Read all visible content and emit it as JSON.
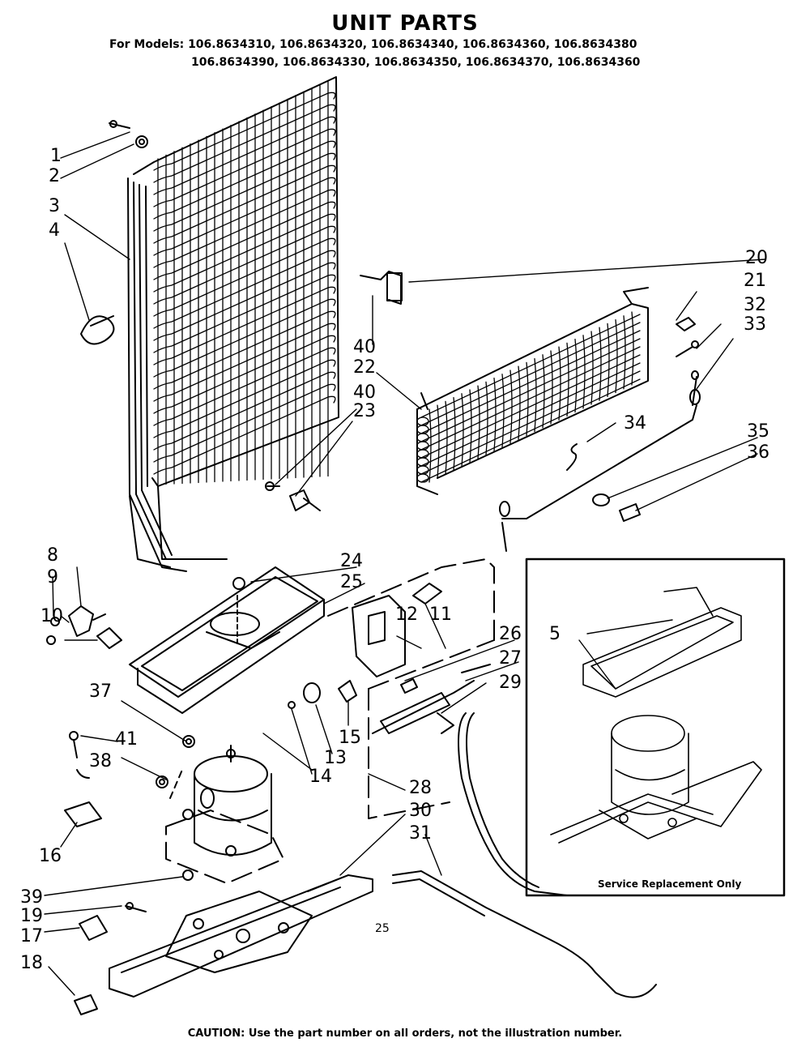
{
  "header": {
    "title": "UNIT PARTS",
    "models_line1": "For Models: 106.8634310, 106.8634320, 106.8634340, 106.8634360, 106.8634380",
    "models_line2": "106.8634390, 106.8634330, 106.8634350, 106.8634370, 106.8634360"
  },
  "inset": {
    "caption": "Service Replacement Only",
    "callout": "5"
  },
  "page_number": "25",
  "footer": {
    "caution": "CAUTION: Use the part number on all orders, not the illustration number."
  },
  "callouts": {
    "c1": "1",
    "c2": "2",
    "c3": "3",
    "c4": "4",
    "c8": "8",
    "c9": "9",
    "c10": "10",
    "c11": "11",
    "c12": "12",
    "c13": "13",
    "c14": "14",
    "c15": "15",
    "c16": "16",
    "c17": "17",
    "c18": "18",
    "c19": "19",
    "c20": "20",
    "c21": "21",
    "c22": "22",
    "c23": "23",
    "c24": "24",
    "c25": "25",
    "c26": "26",
    "c27": "27",
    "c28": "28",
    "c29": "29",
    "c30": "30",
    "c31": "31",
    "c32": "32",
    "c33": "33",
    "c34": "34",
    "c35": "35",
    "c36": "36",
    "c37": "37",
    "c38": "38",
    "c39": "39",
    "c40a": "40",
    "c40b": "40",
    "c41": "41"
  }
}
